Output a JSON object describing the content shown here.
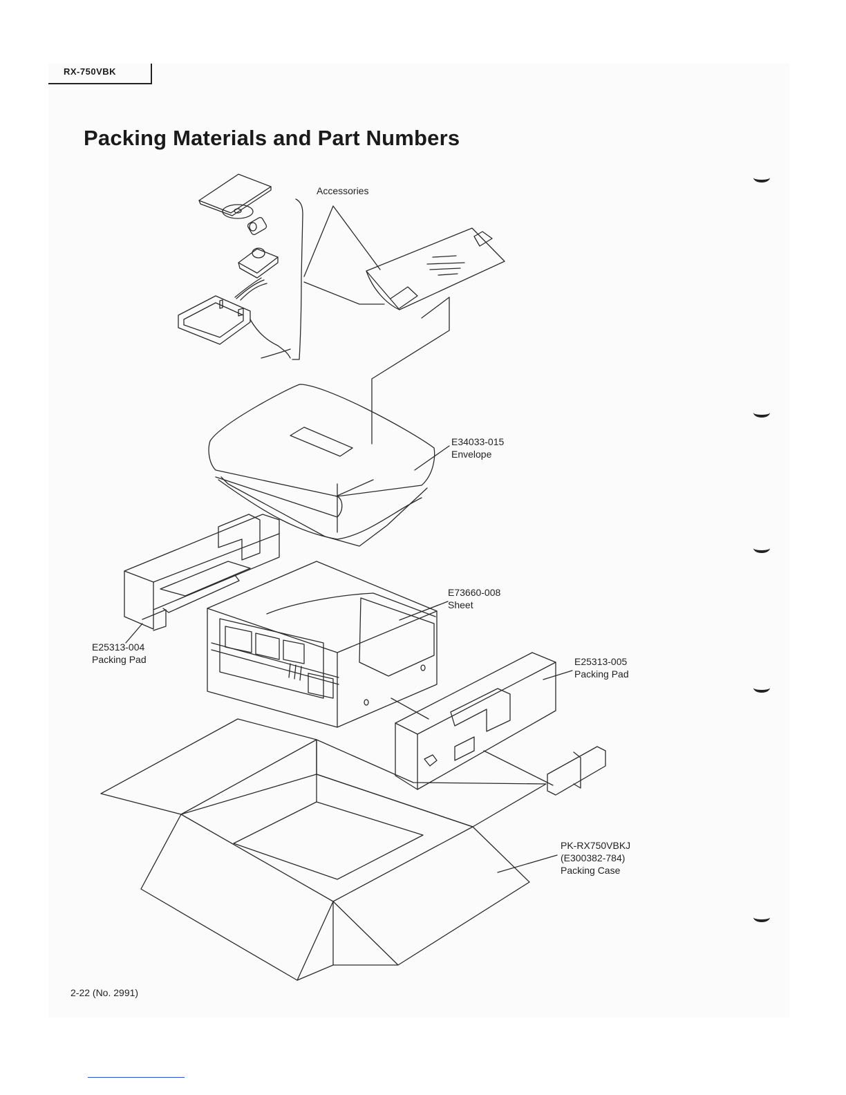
{
  "header": {
    "model": "RX-750VBK"
  },
  "page_title": "Packing Materials and Part Numbers",
  "callouts": {
    "accessories": "Accessories",
    "envelope": {
      "part_no": "E34033-015",
      "name": "Envelope"
    },
    "sheet": {
      "part_no": "E73660-008",
      "name": "Sheet"
    },
    "pad_left": {
      "part_no": "E25313-004",
      "name": "Packing Pad"
    },
    "pad_right": {
      "part_no": "E25313-005",
      "name": "Packing Pad"
    },
    "case": {
      "part_no": "PK-RX750VBKJ",
      "alt_no": "(E300382-784)",
      "name": "Packing Case"
    }
  },
  "footer": {
    "page_ref": "2-22  (No. 2991)"
  }
}
